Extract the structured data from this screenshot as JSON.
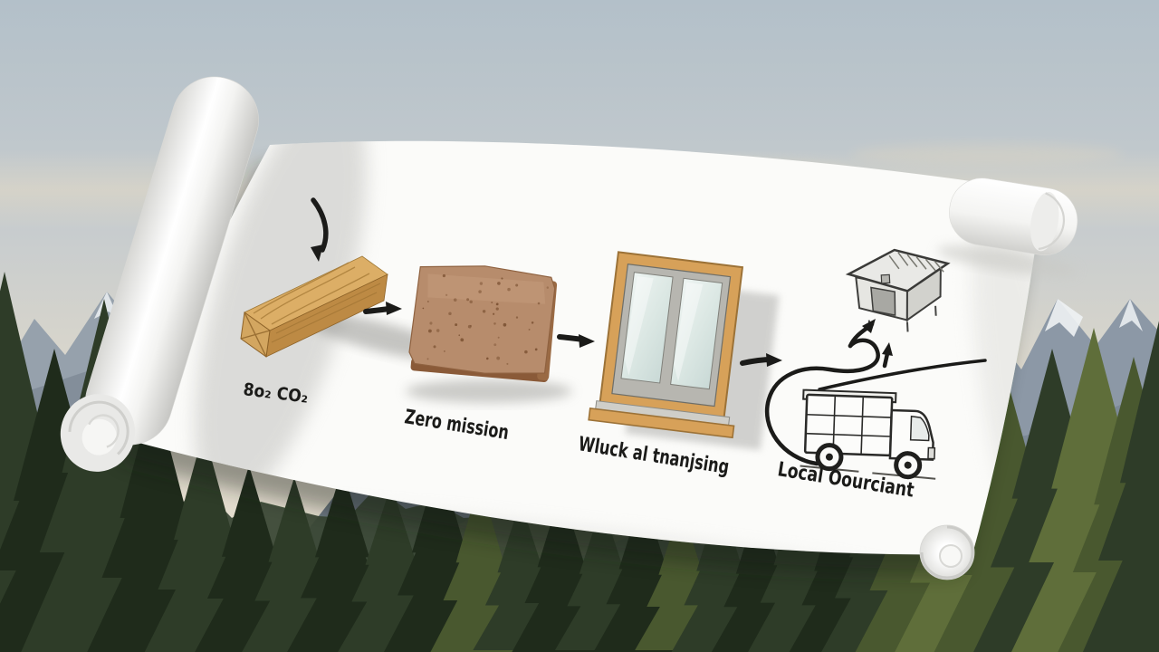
{
  "diagram": {
    "steps": [
      {
        "icon": "wood-beam-icon",
        "label": "8o₂ CO₂"
      },
      {
        "icon": "cork-panel-icon",
        "label": "Zero mission"
      },
      {
        "icon": "window-icon",
        "label": "Wluck al tnanjsing"
      },
      {
        "icon": "truck-and-house-icon",
        "label": "Local Oourciant"
      }
    ],
    "connectors": [
      "curved-down-arrow-icon",
      "right-arrow-icon",
      "right-arrow-icon",
      "right-arrow-icon",
      "winding-road-arrow-icon",
      "small-up-arrow-icon"
    ]
  },
  "colors": {
    "ink": "#1b1b19",
    "paper": "#fbfbf9",
    "wood_top": "#dcae66",
    "wood_side": "#bd8a44",
    "wood_end": "#d3a660",
    "cork": "#b78c6c",
    "cork_edge": "#8a5a38",
    "frame_wood": "#d7a159",
    "frame_inner": "#b7b6b0",
    "glass": "#dfe9e6",
    "sky_top": "#b3c0c9",
    "sky_horizon": "#e9e0d0",
    "mountain": "#8e9aa7",
    "snow": "#eef1f3",
    "forest_dark": "#1f2b1b",
    "forest_light": "#5f6e3a"
  }
}
